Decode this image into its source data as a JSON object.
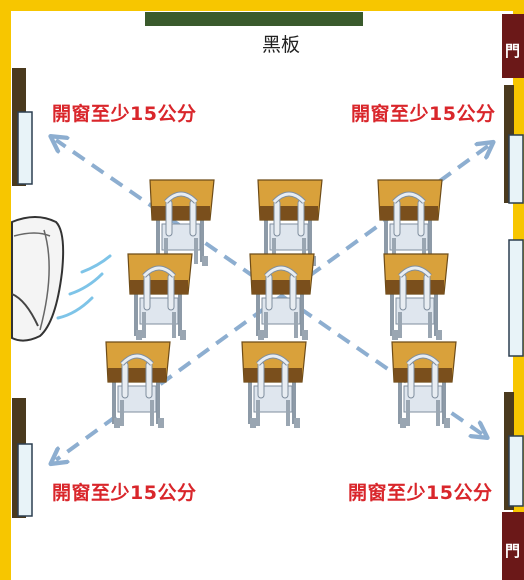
{
  "blackboard_label": "黑板",
  "door_label": "門",
  "window_labels": {
    "top_left": "開窗至少15公分",
    "top_right": "開窗至少15公分",
    "bottom_left": "開窗至少15公分",
    "bottom_right": "開窗至少15公分"
  },
  "icons": [
    "blackboard-icon",
    "air-conditioner-icon",
    "desk-chair-icon",
    "door-icon",
    "window-icon",
    "airflow-arrow-icon"
  ],
  "colors": {
    "frame": "#f7c600",
    "label_red": "#d9262b",
    "arrow": "#8daed0",
    "blackboard": "#3a5a2c",
    "door": "#6b1818",
    "desk_top": "#d9a13b",
    "chair": "#dfe6ee"
  },
  "desk_count": 9
}
